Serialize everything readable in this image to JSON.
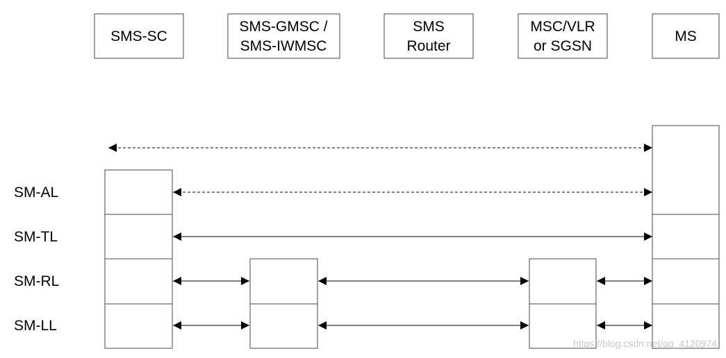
{
  "nodes": {
    "sms_sc": "SMS-SC",
    "gmsc_line1": "SMS-GMSC /",
    "gmsc_line2": "SMS-IWMSC",
    "router_line1": "SMS",
    "router_line2": "Router",
    "msc_line1": "MSC/VLR",
    "msc_line2": "or SGSN",
    "ms": "MS"
  },
  "layers": {
    "al": "SM-AL",
    "tl": "SM-TL",
    "rl": "SM-RL",
    "ll": "SM-LL"
  },
  "watermark": "https://blog.csdn.net/qq_4120974"
}
